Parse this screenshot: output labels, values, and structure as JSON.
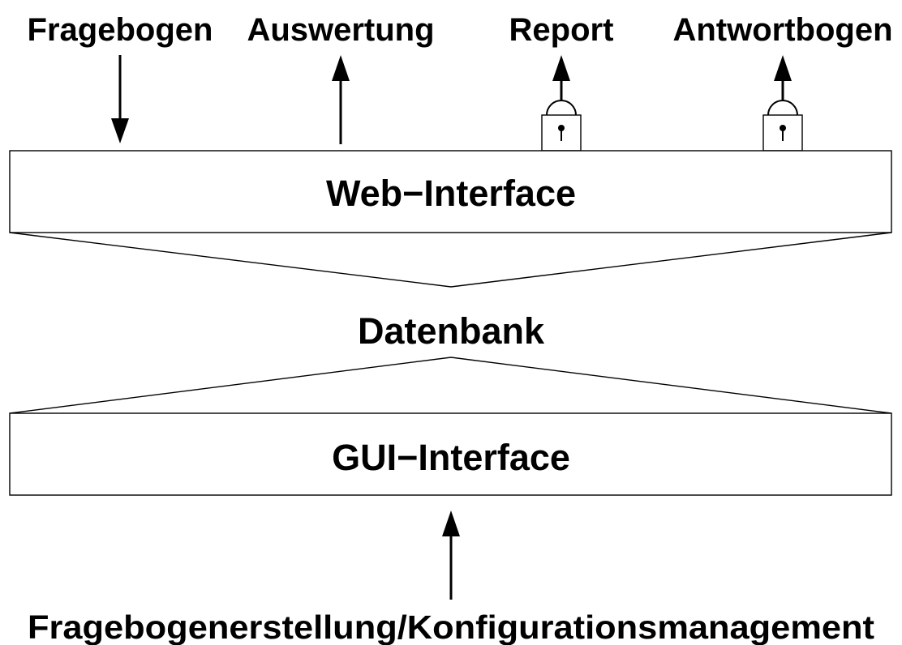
{
  "top_labels": {
    "fragebogen": "Fragebogen",
    "auswertung": "Auswertung",
    "report": "Report",
    "antwortbogen": "Antwortbogen"
  },
  "layers": {
    "web_interface": "Web−Interface",
    "datenbank": "Datenbank",
    "gui_interface": "GUI−Interface"
  },
  "bottom_label": "Fragebogenerstellung/Konfigurationsmanagement",
  "icons": {
    "report_lock": "padlock-icon",
    "antwortbogen_lock": "padlock-icon"
  },
  "colors": {
    "ink": "#000000",
    "background": "#ffffff"
  }
}
